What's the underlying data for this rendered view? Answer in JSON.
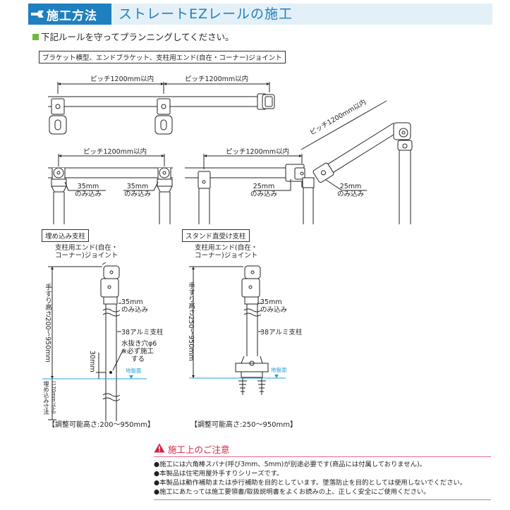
{
  "header": {
    "tag": "施工方法",
    "title": "ストレートEZレールの施工"
  },
  "intro": "下記ルールを守ってプランニングしてください。",
  "section_a": {
    "label": "ブラケット横型、エンドブラケット、支柱用エンド(自在・コーナー)ジョイント",
    "pitch_label": "ピッチ1200mm以内",
    "insert_35": "35mm",
    "insert_25": "25mm",
    "insert_suffix": "のみ込み"
  },
  "embedded": {
    "label": "埋め込み支柱",
    "joint_line1": "支柱用エンド(自在・",
    "joint_line2": "コーナー)ジョイント",
    "insert_mm": "35mm",
    "insert_suffix": "のみ込み",
    "post": "38アルミ支柱",
    "drain_line1": "水抜き穴φ6",
    "drain_line2": "※必ず施工",
    "drain_line3": "する",
    "dim_30": "30mm",
    "ground": "地盤面",
    "height": "手すり高さ200〜950mm",
    "embed": "埋め込み寸法",
    "embed2": "(170mm以上)",
    "caption": "【調整可能高さ:200〜950mm】"
  },
  "stand": {
    "label": "スタンド直受け支柱",
    "joint_line1": "支柱用エンド(自在・",
    "joint_line2": "コーナー)ジョイント",
    "insert_mm": "35mm",
    "insert_suffix": "のみ込み",
    "post": "38アルミ支柱",
    "ground": "地盤面",
    "height": "手すり高さ250〜950mm",
    "caption": "【調整可能高さ:250〜950mm】"
  },
  "caution": {
    "title": "施工上のご注意",
    "items": [
      "●施工には六角棒スパナ(呼び3mm、5mm)が別途必要です(商品には付属しておりません)。",
      "●本製品は住宅用屋外手すりシリーズです。",
      "●本製品は動作補助または歩行補助を目的としています。墜落防止を目的としては使用しないでください。",
      "●施工にあたっては施工要領書/取扱説明書をよくお読みの上、正しく安全にご使用ください。"
    ]
  },
  "colors": {
    "accent": "#1f7fbf",
    "header_bg": "#e3f0f7",
    "bullet": "#6dbb3c",
    "warning": "#d2233f",
    "ground_line": "#2a9fd6"
  }
}
